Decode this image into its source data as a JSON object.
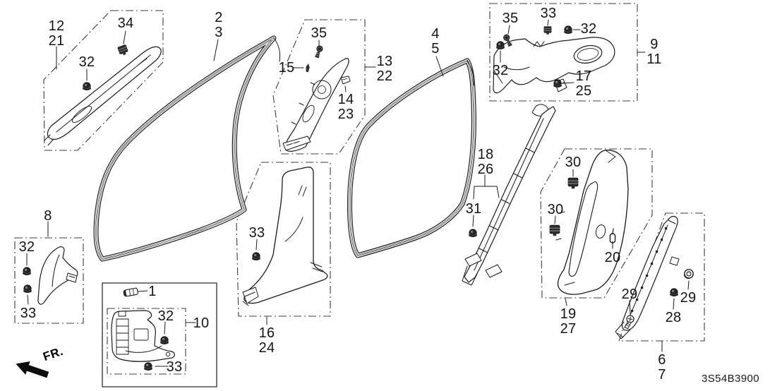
{
  "diagram": {
    "code": "3S54B3900",
    "fr_label": "FR.",
    "colors": {
      "line": "#1a1a1a",
      "background": "#ffffff"
    },
    "callouts": [
      {
        "id": "12-21",
        "text": "12\n21"
      },
      {
        "id": "34",
        "text": "34"
      },
      {
        "id": "32-a",
        "text": "32"
      },
      {
        "id": "2-3",
        "text": "2\n3"
      },
      {
        "id": "35-a",
        "text": "35"
      },
      {
        "id": "15",
        "text": "15"
      },
      {
        "id": "13-22",
        "text": "13\n22"
      },
      {
        "id": "14-23",
        "text": "14\n23"
      },
      {
        "id": "4-5",
        "text": "4\n5"
      },
      {
        "id": "35-b",
        "text": "35"
      },
      {
        "id": "33-a",
        "text": "33"
      },
      {
        "id": "32-b",
        "text": "32"
      },
      {
        "id": "32-c",
        "text": "32"
      },
      {
        "id": "9-11",
        "text": "9\n11"
      },
      {
        "id": "17-25",
        "text": "17\n25"
      },
      {
        "id": "18-26",
        "text": "18\n26"
      },
      {
        "id": "31",
        "text": "31"
      },
      {
        "id": "30-a",
        "text": "30"
      },
      {
        "id": "30-b",
        "text": "30"
      },
      {
        "id": "20",
        "text": "20"
      },
      {
        "id": "19-27",
        "text": "19\n27"
      },
      {
        "id": "29-a",
        "text": "29"
      },
      {
        "id": "29-b",
        "text": "29"
      },
      {
        "id": "28",
        "text": "28"
      },
      {
        "id": "6-7",
        "text": "6\n7"
      },
      {
        "id": "8",
        "text": "8"
      },
      {
        "id": "32-d",
        "text": "32"
      },
      {
        "id": "33-b",
        "text": "33"
      },
      {
        "id": "1",
        "text": "1"
      },
      {
        "id": "10",
        "text": "10"
      },
      {
        "id": "32-e",
        "text": "32"
      },
      {
        "id": "33-c",
        "text": "33"
      },
      {
        "id": "33-d",
        "text": "33"
      },
      {
        "id": "16-24",
        "text": "16\n24"
      }
    ]
  }
}
